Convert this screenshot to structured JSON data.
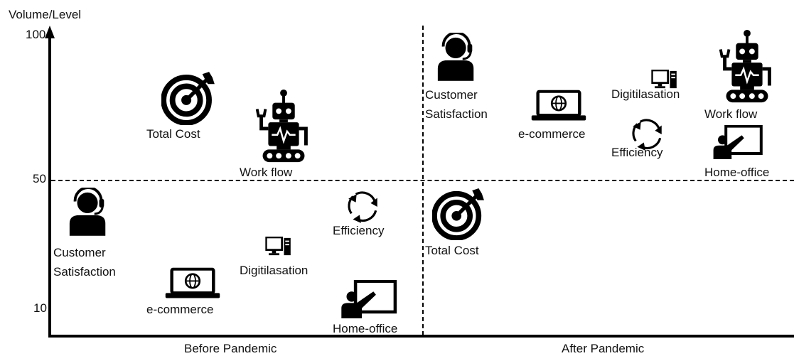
{
  "axis": {
    "y_title": "Volume/Level",
    "y_ticks": [
      "100",
      "50",
      "10"
    ],
    "x_labels": [
      "Before Pandemic",
      "After Pandemic"
    ]
  },
  "before": {
    "total_cost": "Total Cost",
    "work_flow": "Work flow",
    "customer_satisfaction": "Customer\nSatisfaction",
    "efficiency": "Efficiency",
    "digitilasation": "Digitilasation",
    "ecommerce": "e-commerce",
    "home_office": "Home-office"
  },
  "after": {
    "customer_satisfaction": "Customer\nSatisfaction",
    "digitilasation": "Digitilasation",
    "work_flow": "Work flow",
    "ecommerce": "e-commerce",
    "efficiency": "Efficiency",
    "home_office": "Home-office",
    "total_cost": "Total Cost"
  }
}
